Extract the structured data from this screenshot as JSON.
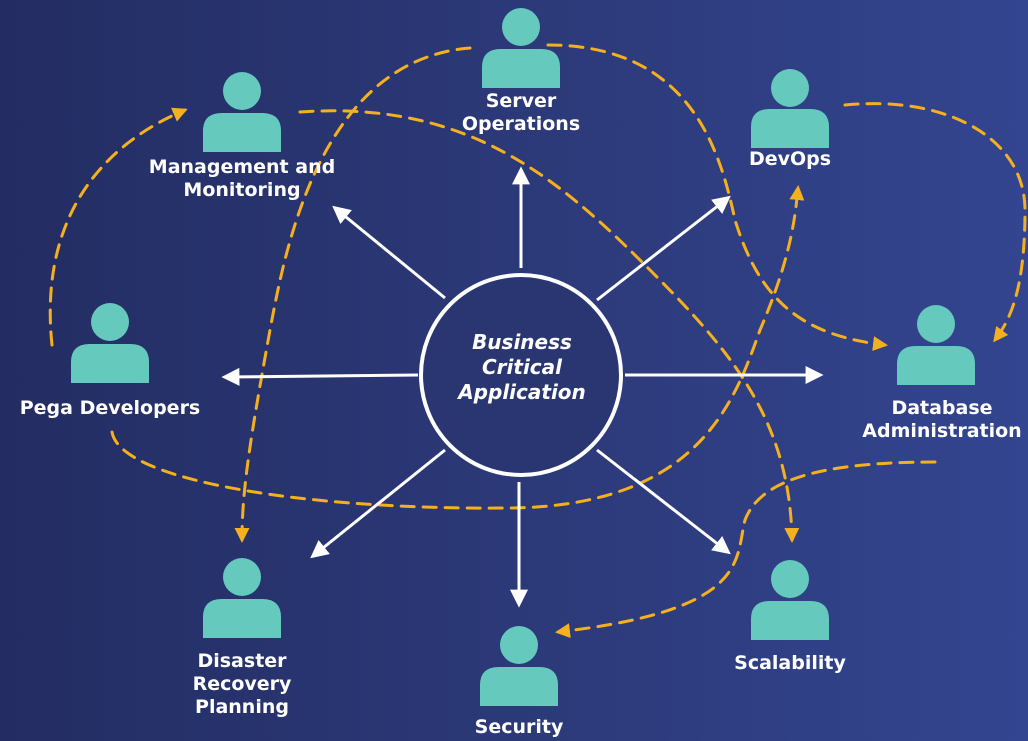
{
  "colors": {
    "background_start": "#232d63",
    "background_end": "#334590",
    "person_icon": "#66c9be",
    "arrow": "#ffffff",
    "dashed_connector": "#f5b01e"
  },
  "center": {
    "lines": [
      "Business",
      "Critical",
      "Application"
    ]
  },
  "people": [
    {
      "id": "server-operations",
      "icon": "person-icon",
      "lines": [
        "Server",
        "Operations"
      ]
    },
    {
      "id": "management-and-monitoring",
      "icon": "person-icon",
      "lines": [
        "Management and",
        "Monitoring"
      ]
    },
    {
      "id": "devops",
      "icon": "person-icon",
      "lines": [
        "DevOps"
      ]
    },
    {
      "id": "pega-developers",
      "icon": "person-icon",
      "lines": [
        "Pega Developers"
      ]
    },
    {
      "id": "database-administration",
      "icon": "person-icon",
      "lines": [
        "Database",
        "Administration"
      ]
    },
    {
      "id": "disaster-recovery-planning",
      "icon": "person-icon",
      "lines": [
        "Disaster",
        "Recovery",
        "Planning"
      ]
    },
    {
      "id": "security",
      "icon": "person-icon",
      "lines": [
        "Security"
      ]
    },
    {
      "id": "scalability",
      "icon": "person-icon",
      "lines": [
        "Scalability"
      ]
    }
  ]
}
